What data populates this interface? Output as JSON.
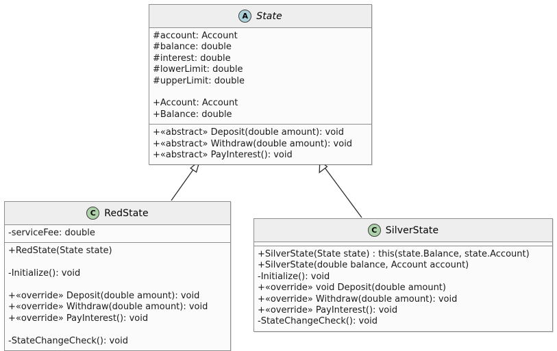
{
  "diagram": {
    "type": "uml-class-diagram",
    "title": "State pattern class diagram",
    "background_color": "#ffffff",
    "box_fill": "#fbfbfb",
    "header_fill": "#eeeeee",
    "border_color": "#8d8d8d",
    "abstract_badge_color": "#add1d8",
    "class_badge_color": "#add1a8"
  },
  "classes": [
    {
      "id": "state",
      "name": "State",
      "badge": "A",
      "badge_name": "abstract-class-badge",
      "italic": true,
      "attributes": [
        "#account: Account",
        "#balance: double",
        "#interest: double",
        "#lowerLimit: double",
        "#upperLimit: double",
        "",
        "+Account: Account",
        "+Balance: double"
      ],
      "methods": [
        "+«abstract» Deposit(double amount): void",
        "+«abstract» Withdraw(double amount): void",
        "+«abstract» PayInterest(): void"
      ]
    },
    {
      "id": "redstate",
      "name": "RedState",
      "badge": "C",
      "badge_name": "class-badge",
      "italic": false,
      "attributes": [
        "-serviceFee: double"
      ],
      "methods": [
        "+RedState(State state)",
        "",
        "-Initialize(): void",
        "",
        "+«override» Deposit(double amount): void",
        "+«override» Withdraw(double amount): void",
        "+«override» PayInterest(): void",
        "",
        "-StateChangeCheck(): void"
      ]
    },
    {
      "id": "silverstate",
      "name": "SilverState",
      "badge": "C",
      "badge_name": "class-badge",
      "italic": false,
      "attributes": [],
      "methods": [
        "+SilverState(State state) : this(state.Balance, state.Account)",
        "+SilverState(double balance, Account account)",
        "-Initialize(): void",
        "+«override» void Deposit(double amount)",
        "+«override» Withdraw(double amount): void",
        "+«override» PayInterest(): void",
        "-StateChangeCheck(): void"
      ]
    }
  ],
  "relationships": [
    {
      "name": "generalization-redstate-to-state",
      "kind": "generalization",
      "from": "RedState",
      "to": "State",
      "arrowhead": "hollow-triangle"
    },
    {
      "name": "generalization-silverstate-to-state",
      "kind": "generalization",
      "from": "SilverState",
      "to": "State",
      "arrowhead": "hollow-triangle"
    }
  ]
}
